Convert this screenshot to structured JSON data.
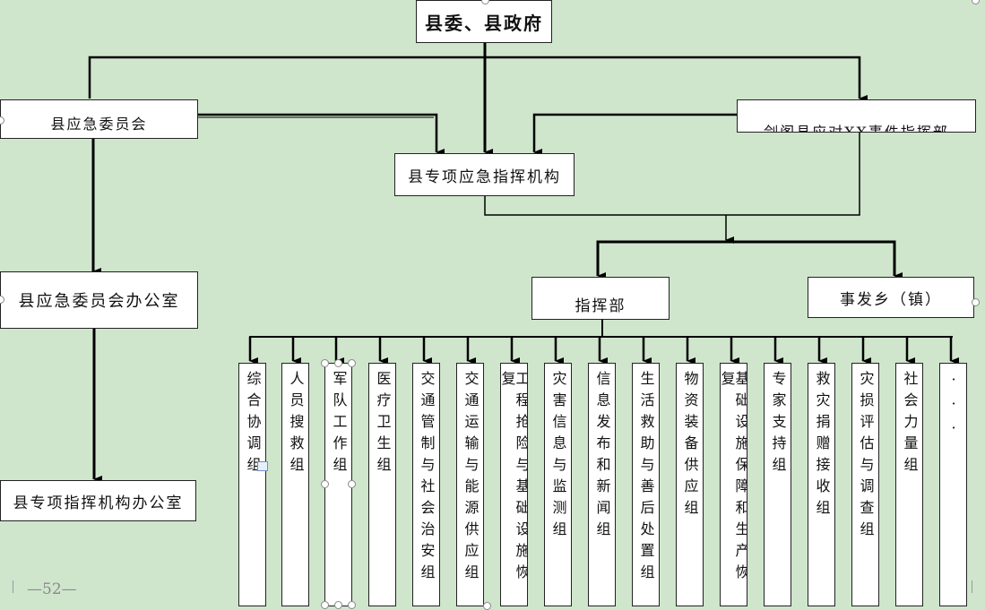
{
  "nodes": {
    "top": "县委、县政府",
    "emergency_committee": "县应急委员会",
    "special_agency": "县专项应急指挥机构",
    "incident_hq": "剑阁县应对XX事件指挥部",
    "committee_office": "县应急委员会办公室",
    "agency_office": "县专项指挥机构办公室",
    "command": "指挥部",
    "township": "事发乡（镇）"
  },
  "groups": [
    "综合协调组",
    "人员搜救组",
    "军队工作组",
    "医疗卫生组",
    "交通管制与社会治安组",
    "交通运输与能源供应组",
    "工程抢险与基础设施恢复",
    "灾害信息与监测组",
    "信息发布和新闻组",
    "生活救助与善后处置组",
    "物资装备供应组",
    "基础设施保障和生产恢复",
    "专家支持组",
    "救灾捐赠接收组",
    "灾损评估与调查组",
    "社会力量组",
    "···"
  ],
  "page_number": "—52—"
}
